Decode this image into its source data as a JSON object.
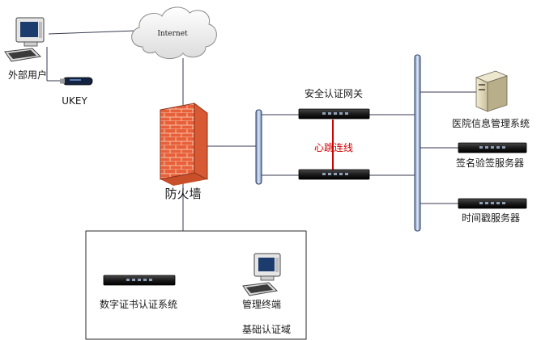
{
  "nodes": {
    "internet": "Internet",
    "external_user": "外部用户",
    "ukey": "UKEY",
    "firewall": "防火墙",
    "gateway": "安全认证网关",
    "heartbeat": "心跳连线",
    "his": "医院信息管理系统",
    "signature_server": "签名验签服务器",
    "timestamp_server": "时间戳服务器",
    "cert_system": "数字证书认证系统",
    "mgmt_terminal": "管理终端",
    "base_domain": "基础认证域"
  },
  "colors": {
    "heartbeat_line": "#d10000",
    "firewall_brick": "#e8603a",
    "bus": "#9ab0d0",
    "device_body": "#1e1e1e"
  }
}
